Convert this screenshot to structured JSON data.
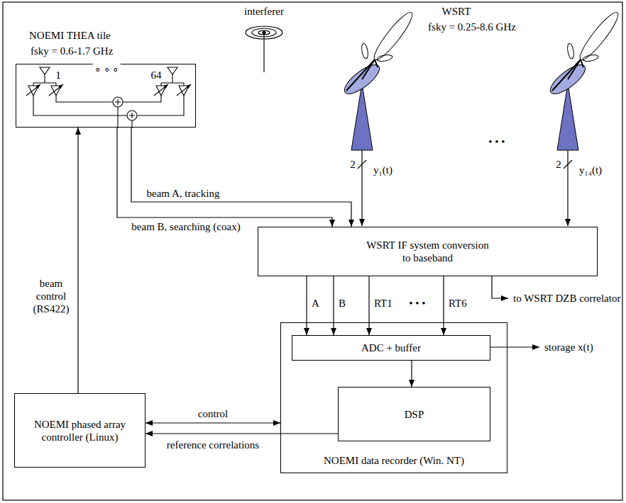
{
  "diagram": {
    "nodes": [
      {
        "text": [
          "NOEMI THEA tile",
          "fsky = 0.6-1.7 GHz"
        ]
      },
      {
        "text": [
          "WSRT IF system conversion to baseband"
        ]
      },
      {
        "text": [
          "NOEMI data recorder (Win. NT)"
        ]
      },
      {
        "text": [
          "ADC + buffer"
        ],
        "in": 2
      },
      {
        "text": [
          "DSP"
        ],
        "in": 2
      },
      {
        "text": [
          "NOEMI phased array controller (Linux)"
        ]
      }
    ],
    "edges": [
      {
        "from": 0,
        "to": 1,
        "label": "beam A, tracking",
        "arrow": "to"
      },
      {
        "from": 0,
        "to": 1,
        "label": "beam B, searching (coax)",
        "arrow": "to"
      },
      {
        "from": 1,
        "to": 3,
        "label": "A",
        "arrow": "to"
      },
      {
        "from": 1,
        "to": 3,
        "label": "B",
        "arrow": "to"
      },
      {
        "from": 1,
        "to": 3,
        "label": "RT1",
        "arrow": "to"
      },
      {
        "from": 1,
        "to": 3,
        "label": "RT6",
        "arrow": "to"
      },
      {
        "from": 3,
        "to": 4,
        "arrow": "to"
      },
      {
        "from": 5,
        "to": 0,
        "label": "beam control (RS422)",
        "arrow": "to"
      },
      {
        "from": 5,
        "to": 2,
        "label": "control",
        "arrow": "both"
      },
      {
        "from": 4,
        "to": 5,
        "label": "reference correlations",
        "arrow": "to"
      }
    ],
    "labels": [
      "interferer",
      "WSRT",
      "fsky = 0.25-8.6 GHz",
      "1",
      "∘ ∘ ∘",
      "64",
      "• • •",
      "2",
      "y₁(t)",
      "2",
      "y₁₄(t)",
      "• • •",
      "to WSRT DZB correlator",
      "storage x(t)"
    ]
  }
}
